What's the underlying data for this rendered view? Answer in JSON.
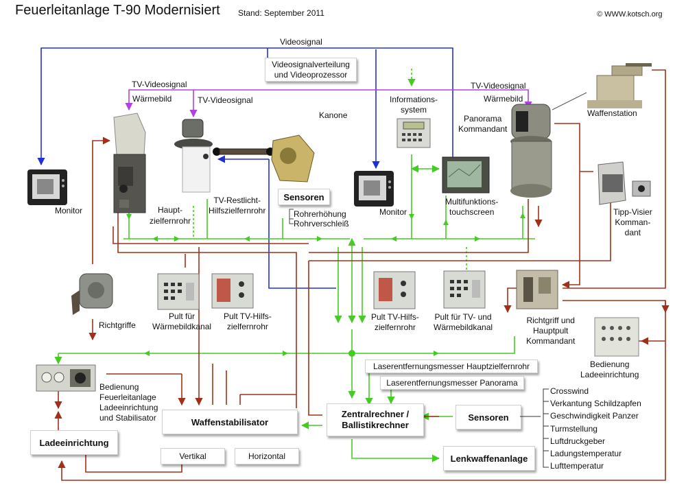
{
  "header": {
    "title": "Feuerleitanlage T-90 Modernisiert",
    "stand": "Stand: September 2011",
    "copyright": "© WWW.kotsch.org"
  },
  "signals": {
    "video": "Videosignal",
    "tv_left": "TV-Videosignal",
    "thermal_left": "Wärmebild",
    "tv_mid": "TV-Videosignal",
    "tv_right": "TV-Videosignal",
    "thermal_right": "Wärmebild"
  },
  "devices": {
    "video_distribution": [
      "Videosignalverteilung",
      "und Videoprozessor"
    ],
    "monitor_left": "Monitor",
    "main_sight": [
      "Haupt-",
      "zielfernrohr"
    ],
    "night_sight": [
      "TV-Restlicht-",
      "Hilfszielfernrohr"
    ],
    "gun": "Kanone",
    "sensors_gun": "Sensoren",
    "gun_elevation": "Rohrerhöhung",
    "barrel_wear": "Rohrverschleiß",
    "info_system": [
      "Informations-",
      "system"
    ],
    "monitor_right": "Monitor",
    "touchscreen": [
      "Multifunktions-",
      "touchscreen"
    ],
    "panorama": [
      "Panorama",
      "Kommandant"
    ],
    "weapon_station": "Waffenstation",
    "tipp_visier": [
      "Tipp-Visier",
      "Komman-",
      "dant"
    ],
    "handles": "Richtgriffe",
    "panel_thermal": [
      "Pult      für",
      "Wärmebildkanal"
    ],
    "panel_tv_aux_left": [
      "Pult TV-Hilfs-",
      "zielfernrohr"
    ],
    "panel_tv_aux_right": [
      "Pult TV-Hilfs-",
      "zielfernrohr"
    ],
    "panel_tv_thermal": [
      "Pult für TV-  und",
      "Wärmebildkanal"
    ],
    "commander_panel": [
      "Richtgriff und",
      "Hauptpult",
      "Kommandant"
    ],
    "loader_control": [
      "Bedienung",
      "Ladeeinrichtung"
    ],
    "fcs_control": [
      "Bedienung",
      "Feuerleitanlage",
      "Ladeeinrichtung",
      "und Stabilisator"
    ]
  },
  "boxes": {
    "laser_main": "Laserentfernungsmesser Hauptzielfernrohr",
    "laser_panorama": "Laserentfernungsmesser Panorama",
    "stabilizer": "Waffenstabilisator",
    "vertical": "Vertikal",
    "horizontal": "Horizontal",
    "computer": [
      "Zentralrechner /",
      "Ballistikrechner"
    ],
    "sensors": "Sensoren",
    "missile": "Lenkwaffenanlage",
    "loader": "Ladeeinrichtung"
  },
  "sensor_list": [
    "Crosswind",
    "Verkantung Schildzapfen",
    "Geschwindigkeit Panzer",
    "Turmstellung",
    "Luftdruckgeber",
    "Ladungstemperatur",
    "Lufttemperatur"
  ],
  "colors": {
    "video_line": "#2030d8",
    "thermal_line": "#b040e0",
    "data_line": "#44cc22",
    "power_line": "#a03018",
    "device_grey": "#cfd3cf",
    "device_dark": "#4a4a44",
    "device_khaki": "#b8ad8a"
  }
}
